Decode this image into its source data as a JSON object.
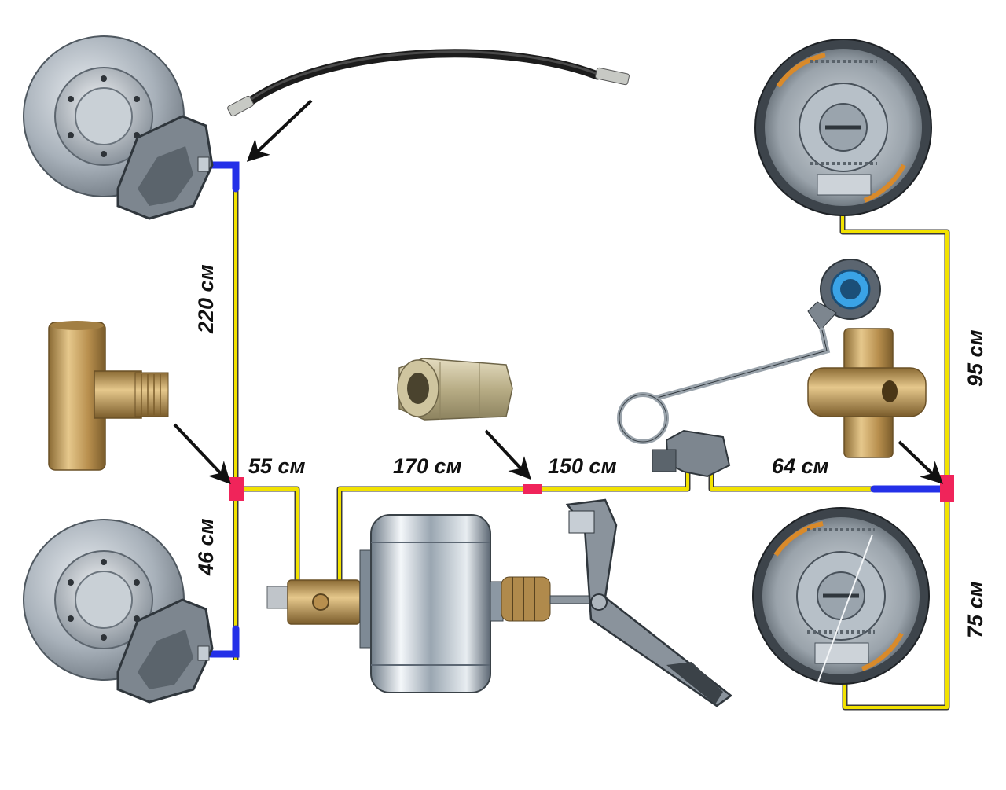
{
  "diagram": {
    "type": "brake-line-layout",
    "colors": {
      "pipe": "#f2e200",
      "pipe_outline": "#3a3a3a",
      "hose": "#2430e8",
      "fitting": "#f0245a",
      "brass": "#c9a15c",
      "steel": "#b9c2cb",
      "arrow": "#111111"
    },
    "labels": {
      "front_left_riser": "220 см",
      "front_left_lower": "46 см",
      "front_tee_to_master": "55 см",
      "master_to_coupling": "170 см",
      "coupling_to_regulator": "150 см",
      "regulator_to_rear_tee": "64 см",
      "rear_tee_to_upper_drum": "95 см",
      "rear_tee_to_lower_drum": "75 см"
    },
    "icons": [
      "front-disc-brake-icon",
      "brake-hose-icon",
      "brass-tee-fitting-icon",
      "pipe-coupling-nut-icon",
      "brake-booster-icon",
      "master-cylinder-icon",
      "brake-pedal-icon",
      "pressure-regulator-icon",
      "rear-drum-brake-icon"
    ]
  }
}
